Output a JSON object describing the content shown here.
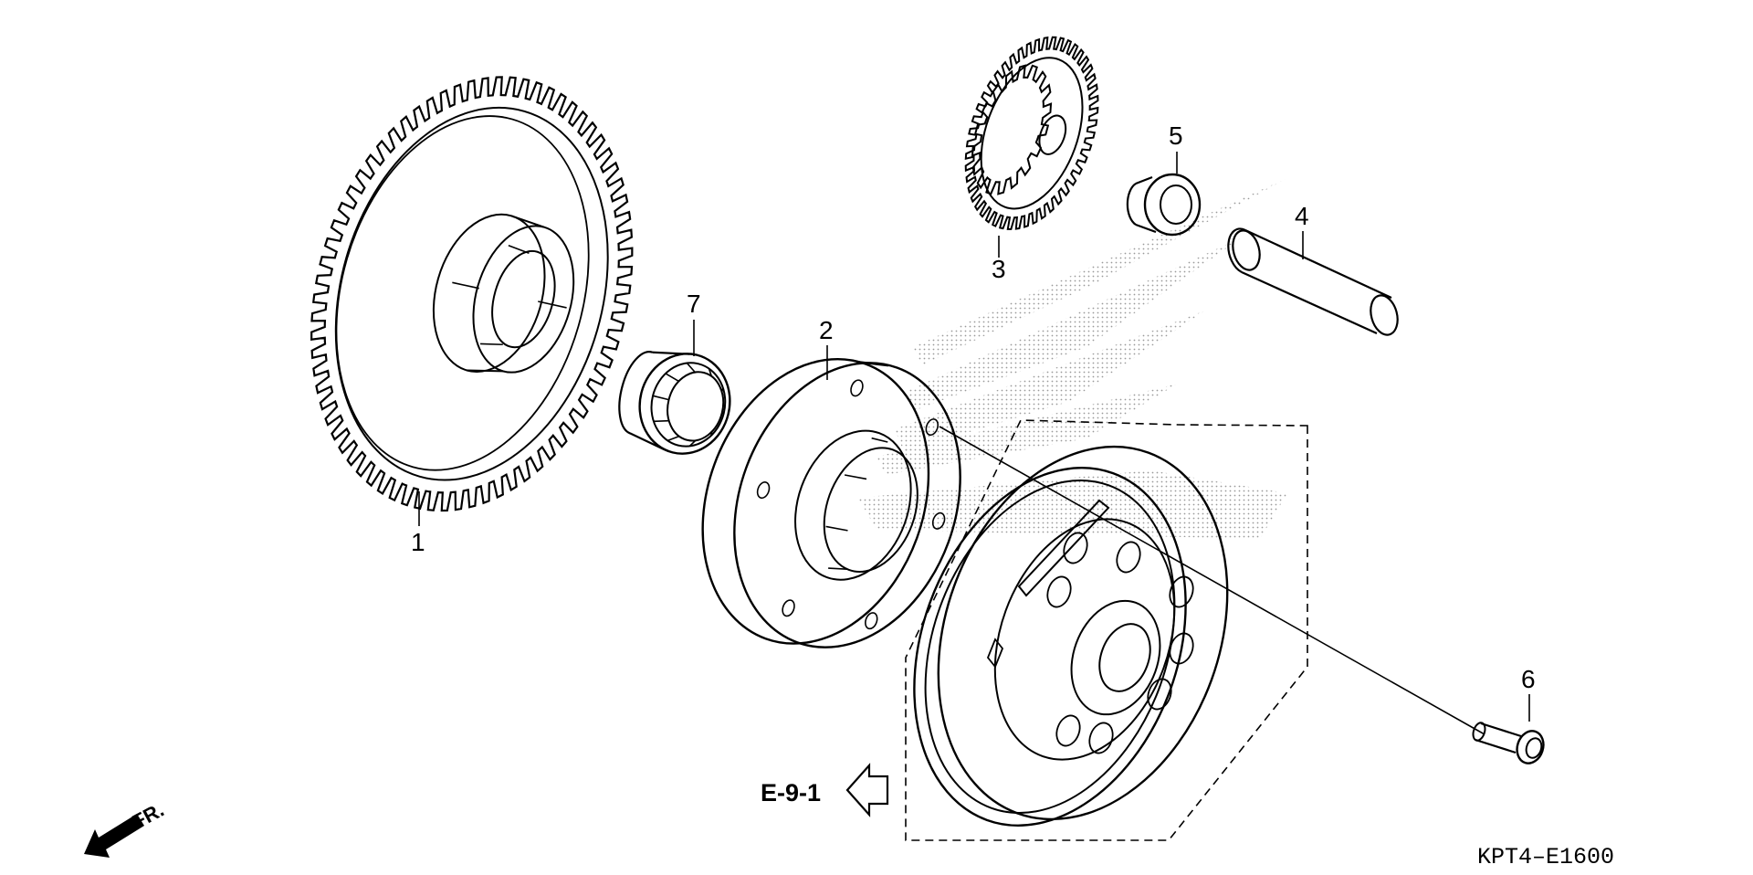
{
  "diagram": {
    "part_numbers": [
      "1",
      "2",
      "3",
      "4",
      "5",
      "6",
      "7"
    ],
    "reference_label": "E-9-1",
    "front_label": "FR.",
    "drawing_code": "KPT4–E1600",
    "icons": [
      "front-direction-arrow-icon",
      "reference-arrow-icon"
    ],
    "colors": {
      "line": "#000000",
      "background": "#ffffff",
      "watermark": "#9a9a9a"
    }
  }
}
